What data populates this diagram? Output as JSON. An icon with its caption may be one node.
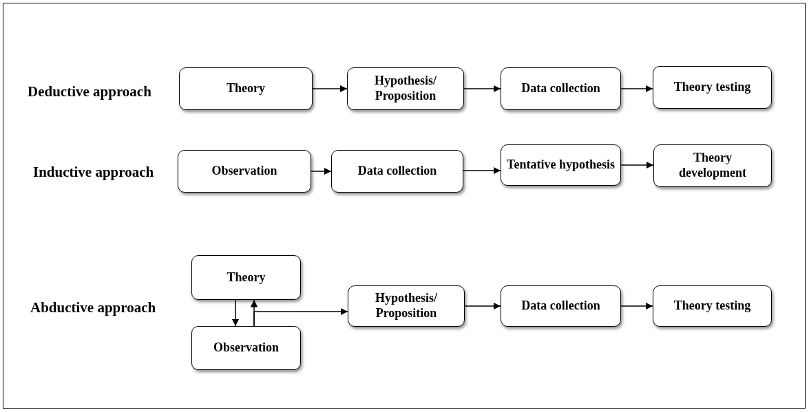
{
  "diagram": {
    "nodes": [
      {
        "text": [
          "Theory"
        ]
      },
      {
        "text": [
          "Hypothesis/ Proposition"
        ]
      },
      {
        "text": [
          "Data collection"
        ]
      },
      {
        "text": [
          "Theory testing"
        ]
      },
      {
        "text": [
          "Observation"
        ]
      },
      {
        "text": [
          "Data collection"
        ]
      },
      {
        "text": [
          "Tentative hypothesis"
        ]
      },
      {
        "text": [
          "Theory development"
        ]
      },
      {
        "text": [
          "Theory"
        ]
      },
      {
        "text": [
          "Observation"
        ]
      },
      {
        "text": [
          "Hypothesis/ Proposition"
        ]
      },
      {
        "text": [
          "Data collection"
        ]
      },
      {
        "text": [
          "Theory testing"
        ]
      }
    ],
    "edges": [
      {
        "from": 0,
        "to": 1,
        "arrow": "to"
      },
      {
        "from": 1,
        "to": 2,
        "arrow": "to"
      },
      {
        "from": 2,
        "to": 3,
        "arrow": "to"
      },
      {
        "from": 4,
        "to": 5,
        "arrow": "to"
      },
      {
        "from": 5,
        "to": 6,
        "arrow": "to"
      },
      {
        "from": 6,
        "to": 7,
        "arrow": "to"
      },
      {
        "from": 8,
        "to": 9,
        "arrow": "to"
      },
      {
        "from": 9,
        "to": 8,
        "arrow": "to"
      },
      {
        "from": 9,
        "to": 10,
        "arrow": "to"
      },
      {
        "from": 10,
        "to": 11,
        "arrow": "to"
      },
      {
        "from": 11,
        "to": 12,
        "arrow": "to"
      }
    ],
    "labels": [
      "Deductive approach",
      "Inductive approach",
      "Abductive approach"
    ]
  }
}
